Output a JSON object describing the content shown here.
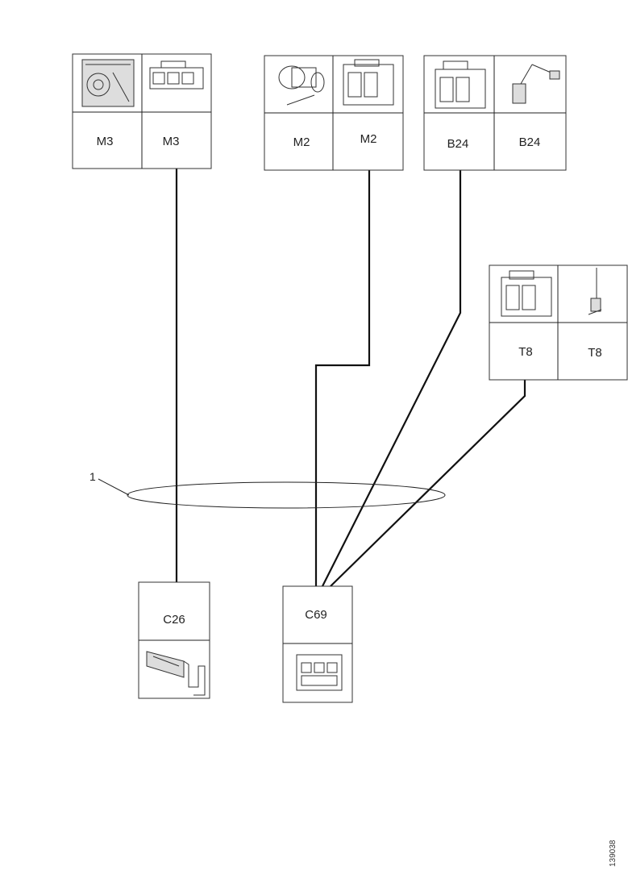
{
  "components": {
    "m3": {
      "left": "M3",
      "right": "M3",
      "left_icon": "motor-assembly-icon",
      "right_icon": "connector-plug-icon"
    },
    "m2": {
      "left": "M2",
      "right": "M2",
      "left_icon": "motor-icon",
      "right_icon": "connector-plug-icon"
    },
    "b24": {
      "left": "B24",
      "right": "B24",
      "left_icon": "connector-plug-icon",
      "right_icon": "sensor-probe-icon"
    },
    "t8": {
      "left": "T8",
      "right": "T8",
      "left_icon": "connector-plug-icon",
      "right_icon": "sensor-probe-icon"
    },
    "c26": {
      "label": "C26",
      "icon": "terminal-clip-icon"
    },
    "c69": {
      "label": "C69",
      "icon": "connector-plug-icon"
    }
  },
  "harness_callout": "1",
  "figure_id": "139038"
}
